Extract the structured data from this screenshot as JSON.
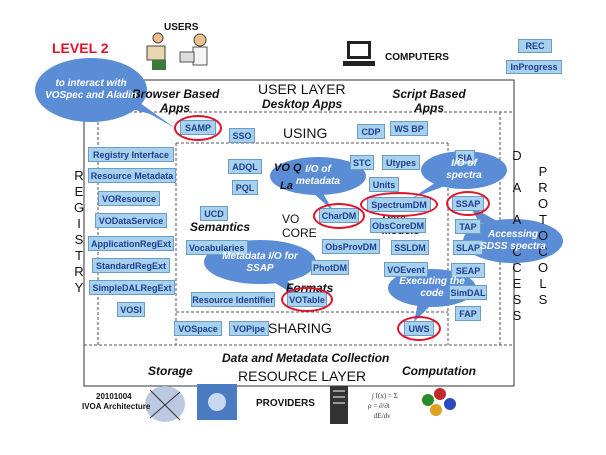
{
  "level": "LEVEL 2",
  "users": "USERS",
  "computers": "COMPUTERS",
  "providers": "PROVIDERS",
  "legend": {
    "rec": "REC",
    "inprogress": "InProgress"
  },
  "layers": {
    "user_layer": "USER LAYER",
    "browser_apps_1": "Browser Based",
    "browser_apps_2": "Apps",
    "desktop_apps": "Desktop Apps",
    "script_apps_1": "Script Based",
    "script_apps_2": "Apps",
    "using": "USING",
    "semantics": "Semantics",
    "vo_core_1": "VO",
    "vo_core_2": "CORE",
    "vo_query_1": "VO Q",
    "vo_query_2": "La",
    "data_models_1": "Data",
    "data_models_2": "Models",
    "formats": "Formats",
    "sharing": "SHARING",
    "data_collection": "Data and Metadata Collection",
    "storage": "Storage",
    "computation": "Computation",
    "resource_layer": "RESOURCE LAYER"
  },
  "registry_letters": [
    "R",
    "E",
    "G",
    "I",
    "S",
    "T",
    "R",
    "Y"
  ],
  "access_col1": [
    "D",
    "A",
    "A",
    "C",
    "C",
    "E",
    "S",
    "S"
  ],
  "access_col2": [
    "P",
    "R",
    "O",
    "T",
    "O",
    "C",
    "O",
    "L",
    "S"
  ],
  "standards": {
    "samp": "SAMP",
    "sso": "SSO",
    "cdp": "CDP",
    "ws_bp": "WS BP",
    "registry_interface": "Registry Interface",
    "resource_metadata": "Resource Metadata",
    "voresource": "VOResource",
    "vodataservice": "VODataService",
    "applicationregext": "ApplicationRegExt",
    "standardregext": "StandardRegExt",
    "simpledalregext": "SimpleDALRegExt",
    "vosi": "VOSI",
    "adql": "ADQL",
    "pql": "PQL",
    "stc": "STC",
    "utypes": "Utypes",
    "units": "Units",
    "ucd": "UCD",
    "vocabularies": "Vocabularies",
    "chardm": "CharDM",
    "spectrumdm": "SpectrumDM",
    "obscoredm": "ObsCoreDM",
    "obsprovdm": "ObsProvDM",
    "ssldm": "SSLDM",
    "photdm": "PhotDM",
    "resource_identifier": "Resource Identifier",
    "votable": "VOTable",
    "voevent": "VOEvent",
    "ssap": "SSAP",
    "tap": "TAP",
    "slap": "SLAP",
    "seap": "SEAP",
    "simdal": "SimDAL",
    "fap": "FAP",
    "vospace": "VOSpace",
    "vopipe": "VOPipe",
    "uws": "UWS",
    "sia": "SIA"
  },
  "callouts": {
    "samp": "to interact with VOSpec and Aladin",
    "metadata": "I/O of metadata",
    "spectra": "I/O of spectra",
    "ssap": "Accessing SDSS spectra",
    "votable": "Metadata I/O for SSAP",
    "uws": "Executing the code"
  },
  "footer": {
    "date": "20101004",
    "arch": "IVOA Architecture"
  },
  "colors": {
    "box_fill": "#a8d1ee",
    "box_text": "#1d3f8f",
    "callout": "#5b8dd6",
    "ring": "#e0142c",
    "level": "#e0142c"
  }
}
